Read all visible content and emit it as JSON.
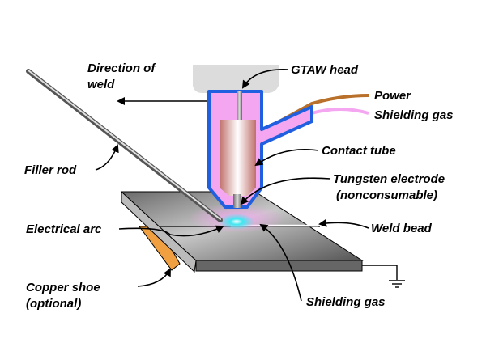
{
  "labels": {
    "direction_1": "Direction of",
    "direction_2": "weld",
    "gtaw_head": "GTAW head",
    "power": "Power",
    "shielding_gas_top": "Shielding gas",
    "contact_tube": "Contact tube",
    "tungsten_1": "Tungsten electrode",
    "tungsten_2": "(nonconsumable)",
    "filler_rod": "Filler rod",
    "electrical_arc": "Electrical arc",
    "weld_bead": "Weld bead",
    "copper_1": "Copper shoe",
    "copper_2": "(optional)",
    "shielding_gas_bottom": "Shielding gas"
  },
  "colors": {
    "torch_outline": "#1f5fe0",
    "gas": "#f4a6f0",
    "contact_tube": "#d88c84",
    "power_wire": "#b8702a",
    "copper": "#f0a040",
    "arc": "#40e8f0"
  }
}
